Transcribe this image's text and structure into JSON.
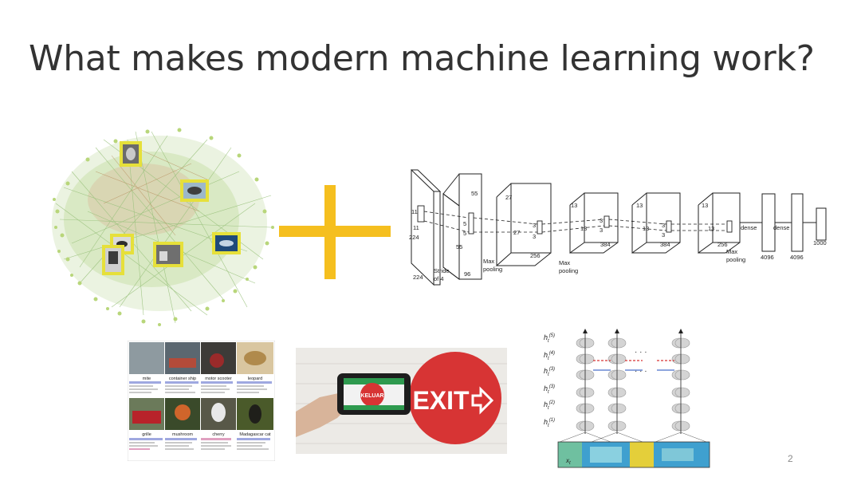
{
  "slide": {
    "title": "What makes modern machine learning work?",
    "page_number": "2"
  },
  "cnn_diagram": {
    "labels": {
      "k11a": "11",
      "k11b": "11",
      "in224a": "224",
      "in224b": "224",
      "stride": "Stride",
      "stride_of": "of 4",
      "c55a": "55",
      "c55b": "55",
      "c96": "96",
      "k5a": "5",
      "k5b": "5",
      "maxpool1": "Max",
      "maxpool1b": "pooling",
      "c27a": "27",
      "c27b": "27",
      "c256": "256",
      "maxpool2": "Max",
      "maxpool2b": "pooling",
      "k3a": "3",
      "k3b": "3",
      "c13a": "13",
      "c13b": "13",
      "c384a": "384",
      "k3c": "3",
      "k3d": "3",
      "c13c": "13",
      "c13d": "13",
      "c384b": "384",
      "k3e": "3",
      "k3f": "3",
      "c13e": "13",
      "c13f": "13",
      "c256b": "256",
      "maxpool3": "Max",
      "maxpool3b": "pooling",
      "dense1": "dense",
      "dense2": "dense",
      "d4096a": "4096",
      "d4096b": "4096",
      "d1000": "1000"
    }
  },
  "imagenet_grid": {
    "top_labels": [
      "mite",
      "container ship",
      "motor scooter",
      "leopard"
    ],
    "bottom_labels": [
      "grille",
      "mushroom",
      "cherry",
      "Madagascar cat"
    ]
  },
  "phone_photo": {
    "sign_text": "EXIT",
    "screen_text": "KELUAR"
  },
  "rnn_diagram": {
    "labels": [
      "h_t^{(5)}",
      "h_t^{(4)}",
      "h_t^{(3)}",
      "h_t^{(2)}",
      "h_t^{(1)}"
    ],
    "input_label": "x_t"
  },
  "colors": {
    "plus": "#f5bf1f",
    "graph_green": "#8fc97a",
    "thumb_border": "#e6e03a",
    "exit_red": "#d73434"
  }
}
